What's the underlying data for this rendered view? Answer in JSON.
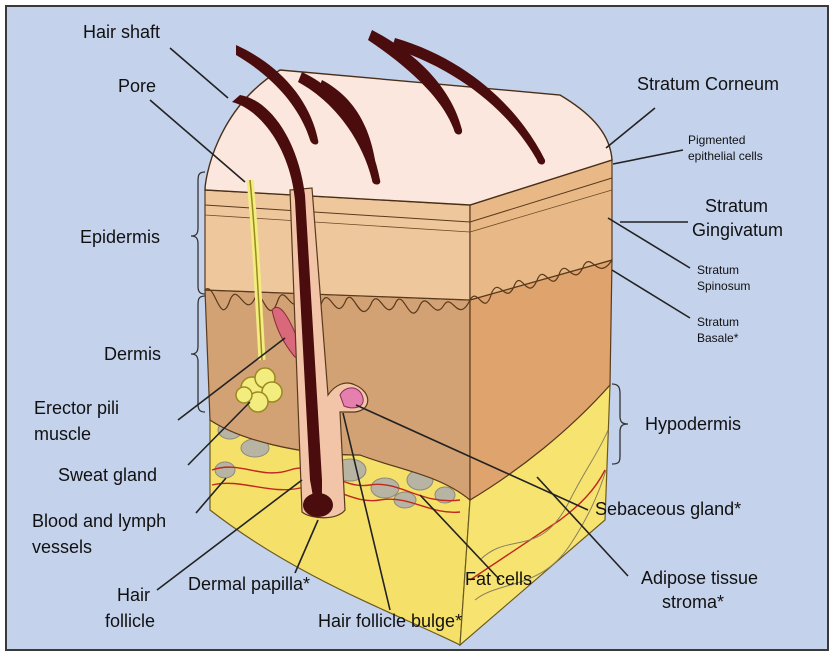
{
  "labels": {
    "hair_shaft": "Hair shaft",
    "pore": "Pore",
    "epidermis": "Epidermis",
    "dermis": "Dermis",
    "erector_pili_line1": "Erector pili",
    "erector_pili_line2": "muscle",
    "sweat_gland": "Sweat gland",
    "blood_lymph_line1": "Blood and lymph",
    "blood_lymph_line2": "vessels",
    "hair_follicle_line1": "Hair",
    "hair_follicle_line2": "follicle",
    "dermal_papilla": "Dermal papilla*",
    "hair_follicle_bulge": "Hair follicle bulge*",
    "fat_cells": "Fat cells",
    "adipose_line1": "Adipose tissue",
    "adipose_line2": "stroma*",
    "sebaceous_gland": "Sebaceous gland*",
    "hypodermis": "Hypodermis",
    "stratum_corneum": "Stratum Corneum",
    "pigmented_line1": "Pigmented",
    "pigmented_line2": "epithelial cells",
    "stratum_gingivatum_line1": "Stratum",
    "stratum_gingivatum_line2": "Gingivatum",
    "stratum_spinosum_line1": "Stratum",
    "stratum_spinosum_line2": "Spinosum",
    "stratum_basale_line1": "Stratum",
    "stratum_basale_line2": "Basale*"
  },
  "colors": {
    "background": "#c4d2ec",
    "surface": "#fbe7dd",
    "epidermis_front": "#eec79c",
    "dermis_front": "#d2a275",
    "dermis_side": "#dfa36d",
    "hypodermis": "#f5e06a",
    "hair": "#4a0c0c",
    "sweat_gland": "#f3ec7f",
    "vessel": "#c0281e"
  }
}
